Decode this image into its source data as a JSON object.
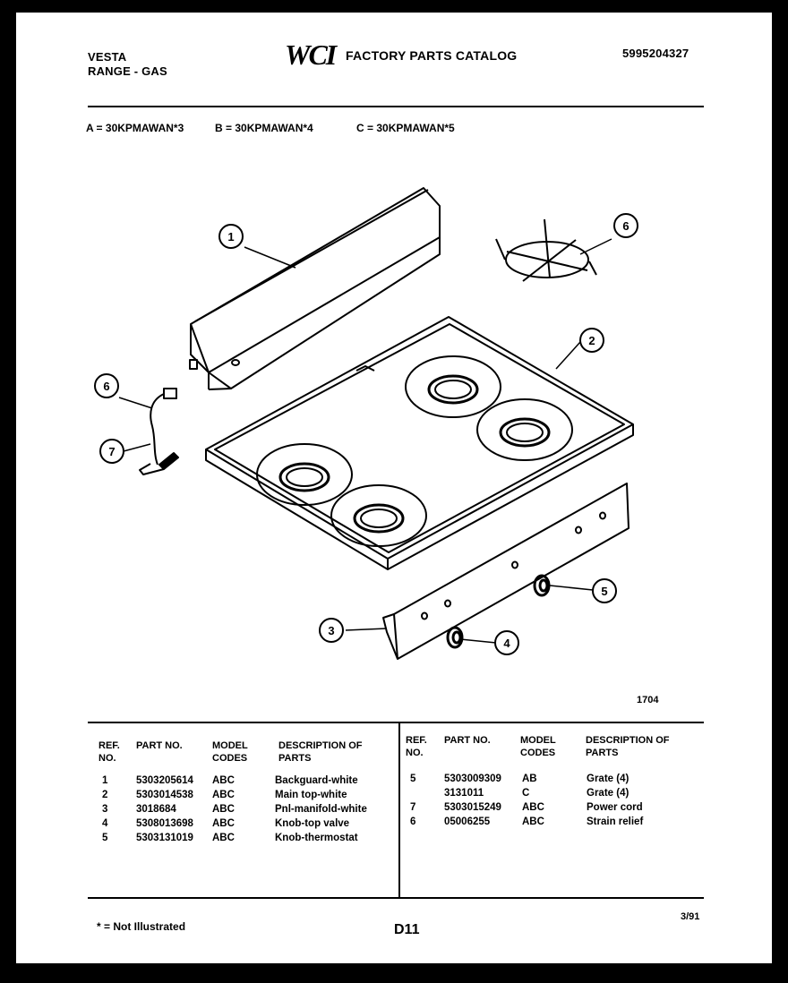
{
  "header": {
    "brand": "VESTA",
    "product": "RANGE - GAS",
    "logo_text": "WCI",
    "catalog_title": "FACTORY PARTS CATALOG",
    "catalog_number": "5995204327"
  },
  "models": {
    "a": "A = 30KPMAWAN*3",
    "b": "B = 30KPMAWAN*4",
    "c": "C = 30KPMAWAN*5"
  },
  "diagram": {
    "callouts": [
      "1",
      "2",
      "3",
      "4",
      "5",
      "6",
      "6",
      "7"
    ],
    "drawing_number": "1704"
  },
  "table": {
    "headers": {
      "ref_no": "REF. NO.",
      "part_no": "PART NO.",
      "model_codes": "MODEL CODES",
      "description": "DESCRIPTION OF PARTS"
    },
    "left_rows": [
      {
        "ref": "1",
        "part": "5303205614",
        "codes": "ABC",
        "desc": "Backguard-white"
      },
      {
        "ref": "2",
        "part": "5303014538",
        "codes": "ABC",
        "desc": "Main top-white"
      },
      {
        "ref": "3",
        "part": "3018684",
        "codes": "ABC",
        "desc": "Pnl-manifold-white"
      },
      {
        "ref": "4",
        "part": "5308013698",
        "codes": "ABC",
        "desc": "Knob-top valve"
      },
      {
        "ref": "5",
        "part": "5303131019",
        "codes": "ABC",
        "desc": "Knob-thermostat"
      }
    ],
    "right_rows": [
      {
        "ref": "5",
        "part": "5303009309",
        "codes": "AB",
        "desc": "Grate (4)"
      },
      {
        "ref": "",
        "part": "3131011",
        "codes": "C",
        "desc": "Grate (4)"
      },
      {
        "ref": "7",
        "part": "5303015249",
        "codes": "ABC",
        "desc": "Power cord"
      },
      {
        "ref": "6",
        "part": "05006255",
        "codes": "ABC",
        "desc": "Strain relief"
      }
    ]
  },
  "footer": {
    "note": "* = Not Illustrated",
    "page_code": "D11",
    "date": "3/91"
  }
}
